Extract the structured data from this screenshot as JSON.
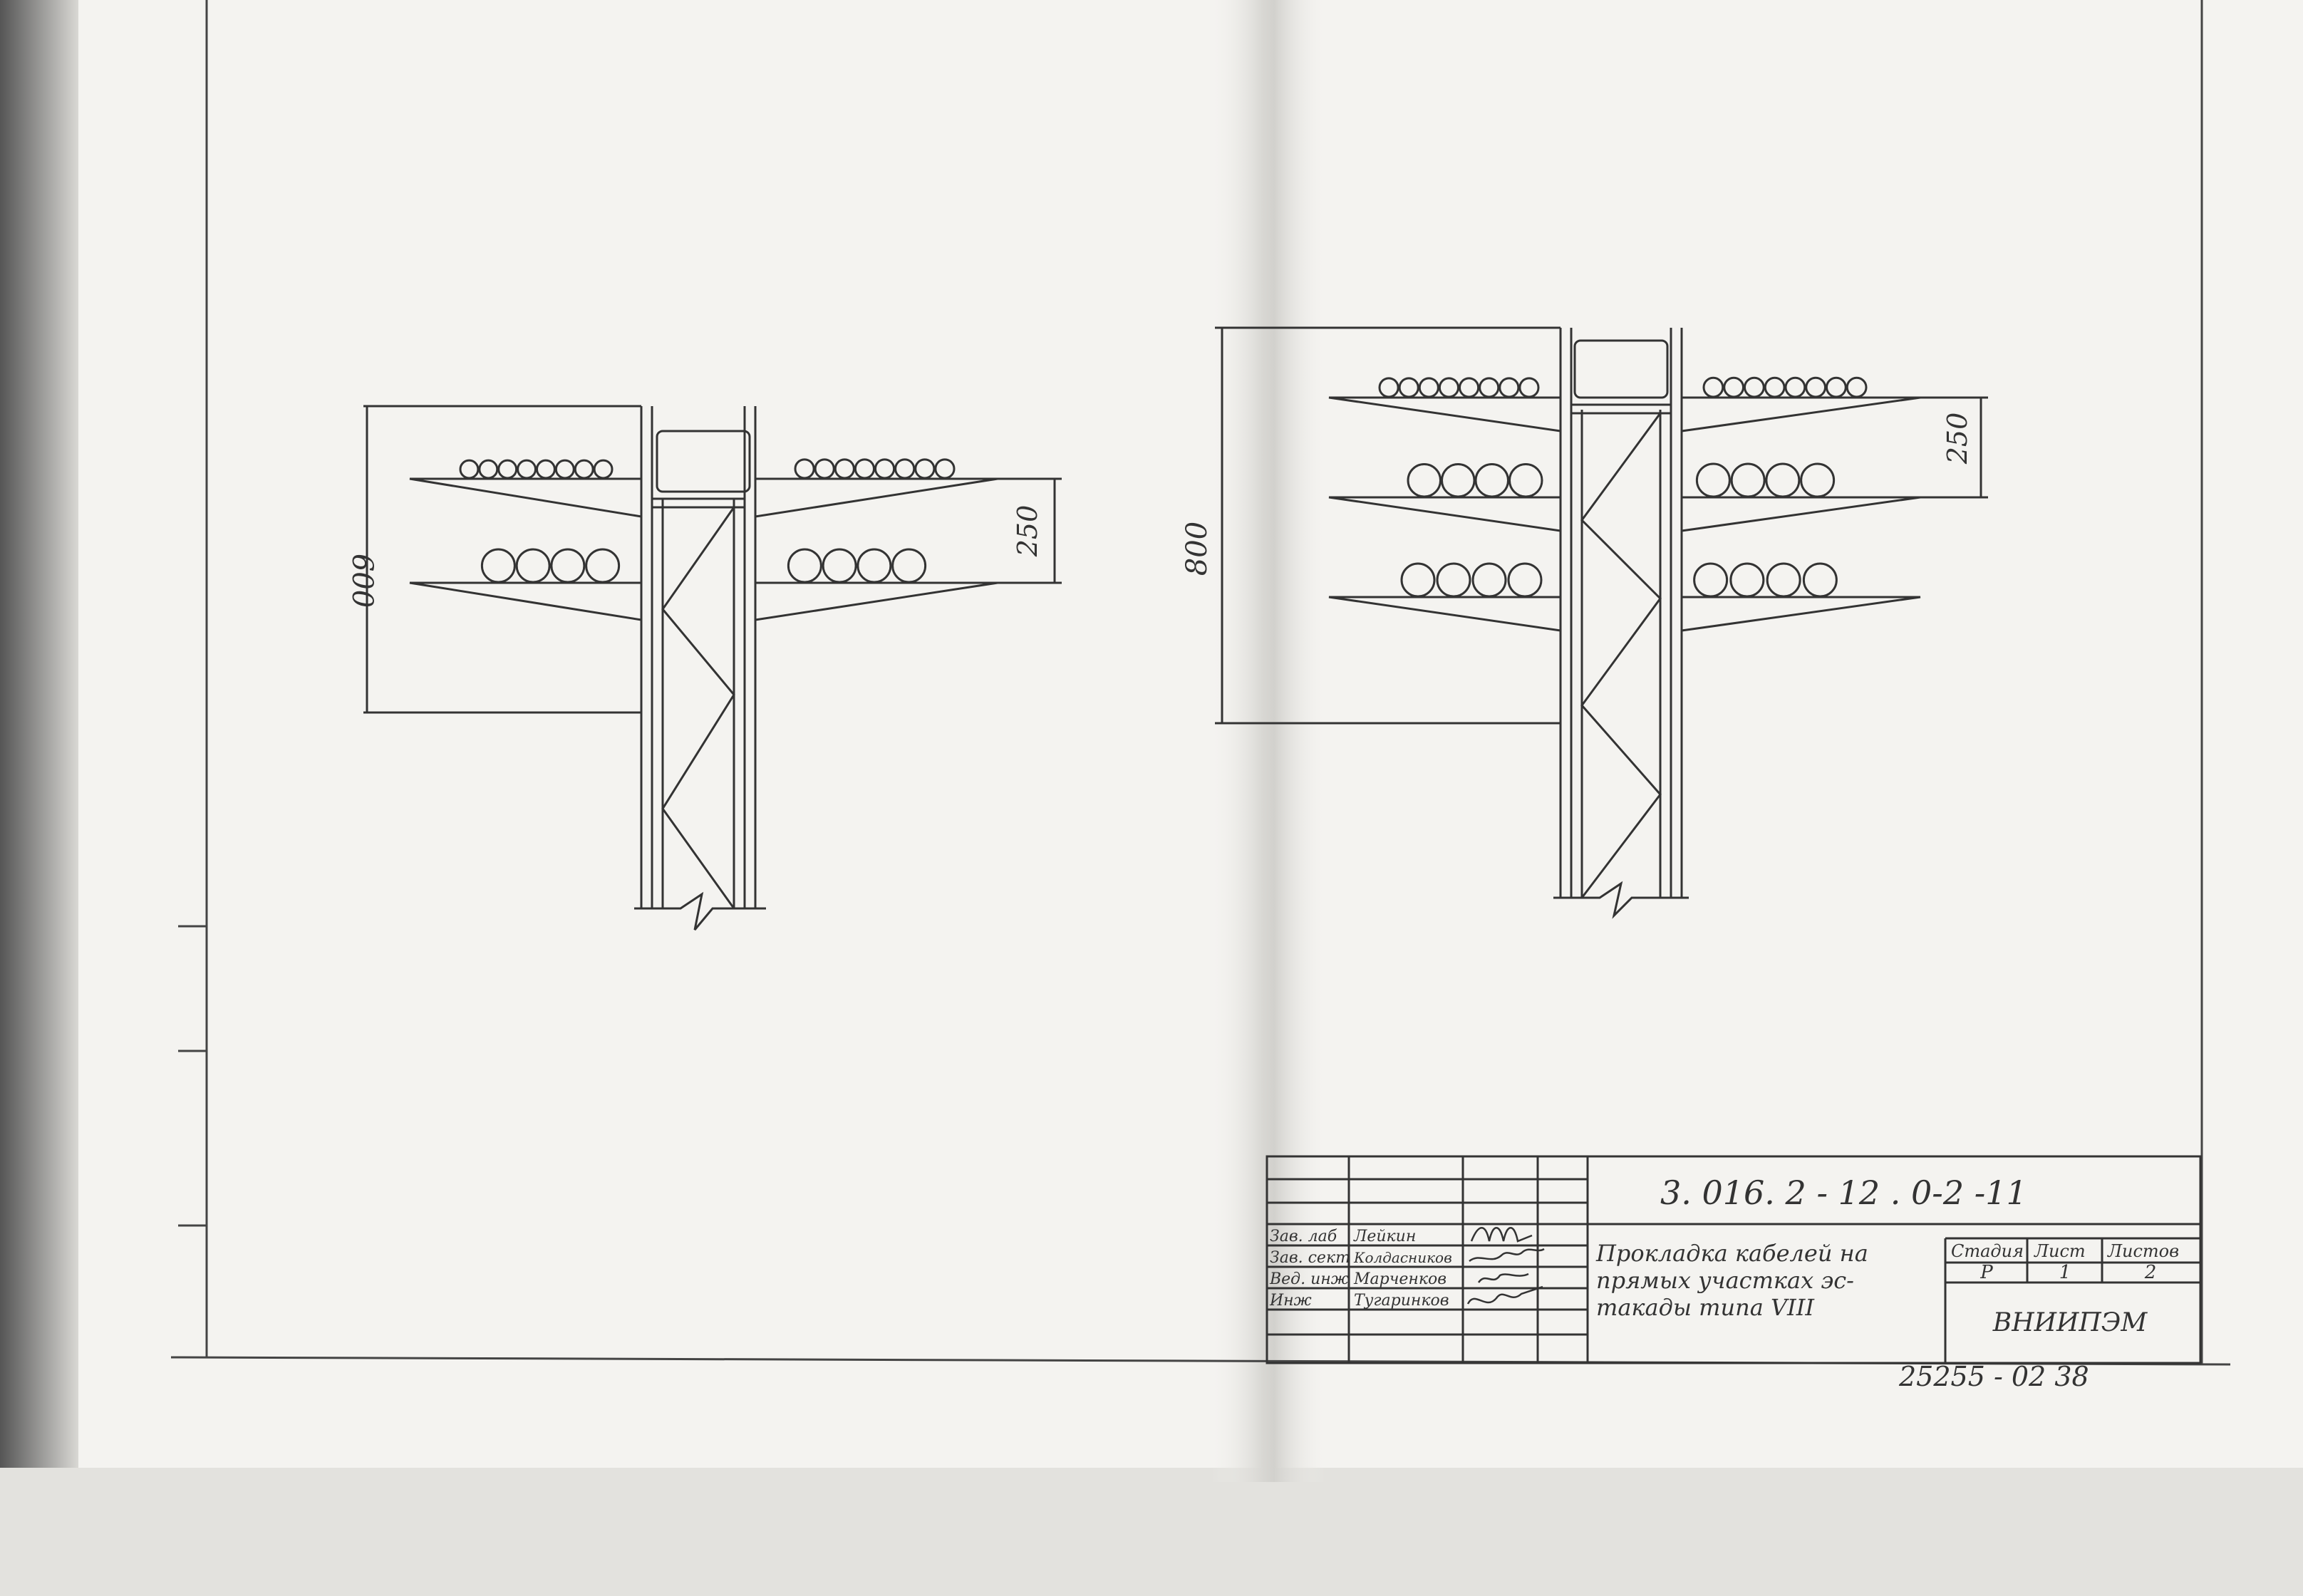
{
  "left_drawing": {
    "height_dim": "600",
    "spacing_dim": "250",
    "upper_tier_cable_count": 8,
    "lower_tier_cable_count": 4
  },
  "right_drawing": {
    "height_dim": "800",
    "spacing_dim": "250",
    "upper_tier_cable_count": 8,
    "middle_tier_cable_count": 4,
    "lower_tier_cable_count": 4
  },
  "title_block": {
    "doc_code": "3. 016. 2 - 12 . 0-2 -11",
    "signatures": [
      {
        "role": "Зав. лаб",
        "name": "Лейкин"
      },
      {
        "role": "Зав. сект",
        "name": "Колдасников"
      },
      {
        "role": "Вед. инж",
        "name": "Марченков"
      },
      {
        "role": "Инж",
        "name": "Тугаринков"
      }
    ],
    "title_line1": "Прокладка кабелей на",
    "title_line2": "прямых участках эс-",
    "title_line3": "такады типа VIII",
    "stage_header": "Стадия",
    "sheet_header": "Лист",
    "sheets_header": "Листов",
    "stage_value": "Р",
    "sheet_value": "1",
    "sheets_value": "2",
    "organization": "ВНИИПЭМ"
  },
  "archive_number": "25255 - 02  38"
}
